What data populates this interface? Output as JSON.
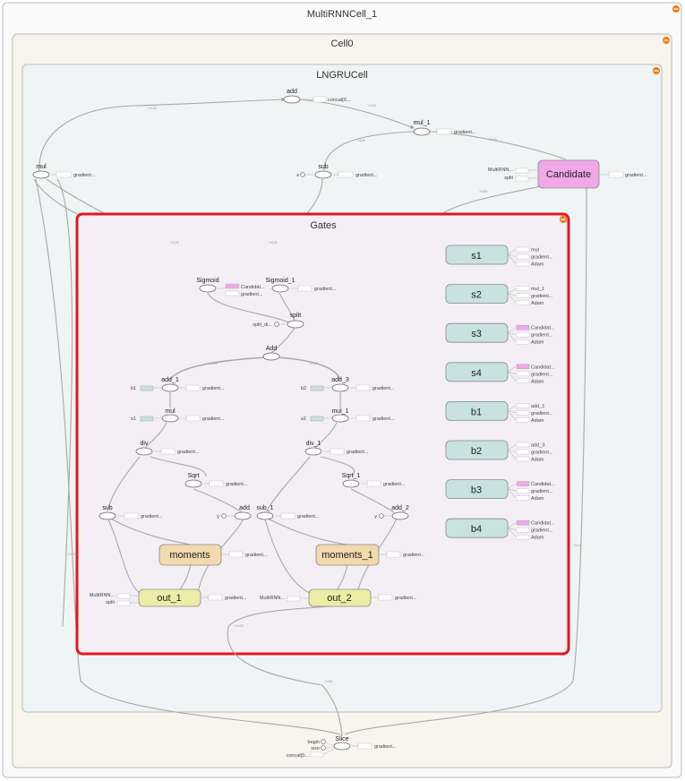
{
  "clusters": {
    "multirnn": "MultiRNNCell_1",
    "cell0": "Cell0",
    "lngru": "LNGRUCell",
    "gates": "Gates"
  },
  "ops": {
    "add": "add",
    "concat": "concat[0...",
    "mul_1": "mul_1",
    "mul": "mul",
    "sub": "sub",
    "x": "x",
    "grad": "gradient...",
    "multirnn_in": "MultiRNN...",
    "split": "split",
    "candidate": "Candidate",
    "sigmoid": "Sigmoid",
    "sigmoid_1": "Sigmoid_1",
    "candidat_aux": "Candidat...",
    "split_di": "split_di...",
    "Add": "Add",
    "add_1": "add_1",
    "add_3": "add_3",
    "b1": "b1",
    "b2": "b2",
    "s1": "s1",
    "s2": "s2",
    "div": "div",
    "div_1": "div_1",
    "sqrt": "Sqrt",
    "sqrt_1": "Sqrt_1",
    "add_2": "add_2",
    "y": "y",
    "sub_1": "sub_1",
    "moments": "moments",
    "moments_1": "moments_1",
    "out_1": "out_1",
    "out_2": "out_2",
    "slice": "Slice",
    "begin": "begin",
    "size": "size",
    "adam": "Adam"
  },
  "vars": [
    {
      "name": "s1",
      "ins": [
        "mul",
        "gradient...",
        "Adam"
      ],
      "pink": false
    },
    {
      "name": "s2",
      "ins": [
        "mul_1",
        "gradient...",
        "Adam"
      ],
      "pink": false
    },
    {
      "name": "s3",
      "ins": [
        "Candidat...",
        "gradient...",
        "Adam"
      ],
      "pink": true
    },
    {
      "name": "s4",
      "ins": [
        "Candidat...",
        "gradient...",
        "Adam"
      ],
      "pink": true
    },
    {
      "name": "b1",
      "ins": [
        "add_1",
        "gradient...",
        "Adam"
      ],
      "pink": false
    },
    {
      "name": "b2",
      "ins": [
        "add_3",
        "gradient...",
        "Adam"
      ],
      "pink": false
    },
    {
      "name": "b3",
      "ins": [
        "Candidat...",
        "gradient...",
        "Adam"
      ],
      "pink": true
    },
    {
      "name": "b4",
      "ins": [
        "Candidat...",
        "gradient...",
        "Adam"
      ],
      "pink": true
    }
  ],
  "colors": {
    "highlight": "#e8141c",
    "collapse": "#f07d10",
    "candidate": "#f0a8e8",
    "variable": "#c8e2e0",
    "moments": "#f2d9ae",
    "out": "#ececa4"
  }
}
